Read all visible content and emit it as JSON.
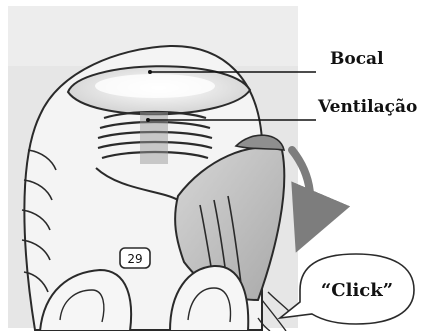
{
  "labels": {
    "mouthpiece": "Bocal",
    "vent": "Ventilação",
    "click": "“Click”"
  },
  "dose_counter": "29",
  "colors": {
    "background": "#ffffff",
    "panel": "#e6e6e6",
    "outline": "#2a2a2a",
    "device_fill": "#f4f4f4",
    "cover_fill": "#bdbdbd",
    "arrow": "#7d7d7d",
    "text": "#111111"
  }
}
